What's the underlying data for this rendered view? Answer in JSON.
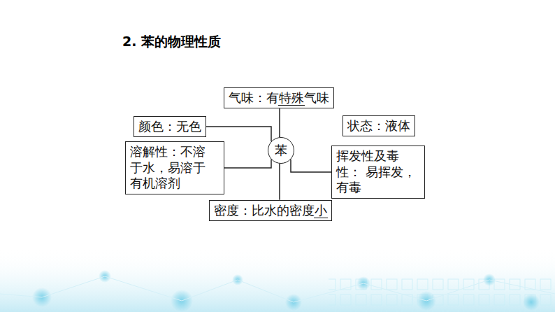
{
  "diagram": {
    "title": "2. 苯的物理性质",
    "nodes": [
      {
        "text": [
          "气味：有特殊气味"
        ]
      },
      {
        "text": [
          "颜色：无色"
        ]
      },
      {
        "text": [
          "苯"
        ]
      },
      {
        "text": [
          "状态：液体"
        ]
      },
      {
        "text": [
          "溶解性：不溶 于水，易溶于 有机溶剂"
        ]
      },
      {
        "text": [
          "挥发性及毒性： 易挥发，有毒"
        ]
      },
      {
        "text": [
          "密度：比水的密度小"
        ]
      }
    ],
    "edges": [
      {
        "from": 2,
        "to": 0,
        "arrow": "none"
      },
      {
        "from": 2,
        "to": 1,
        "arrow": "none"
      },
      {
        "from": 2,
        "to": 3,
        "arrow": "none"
      },
      {
        "from": 2,
        "to": 4,
        "arrow": "none"
      },
      {
        "from": 2,
        "to": 5,
        "arrow": "none"
      },
      {
        "from": 2,
        "to": 6,
        "arrow": "none"
      }
    ]
  }
}
